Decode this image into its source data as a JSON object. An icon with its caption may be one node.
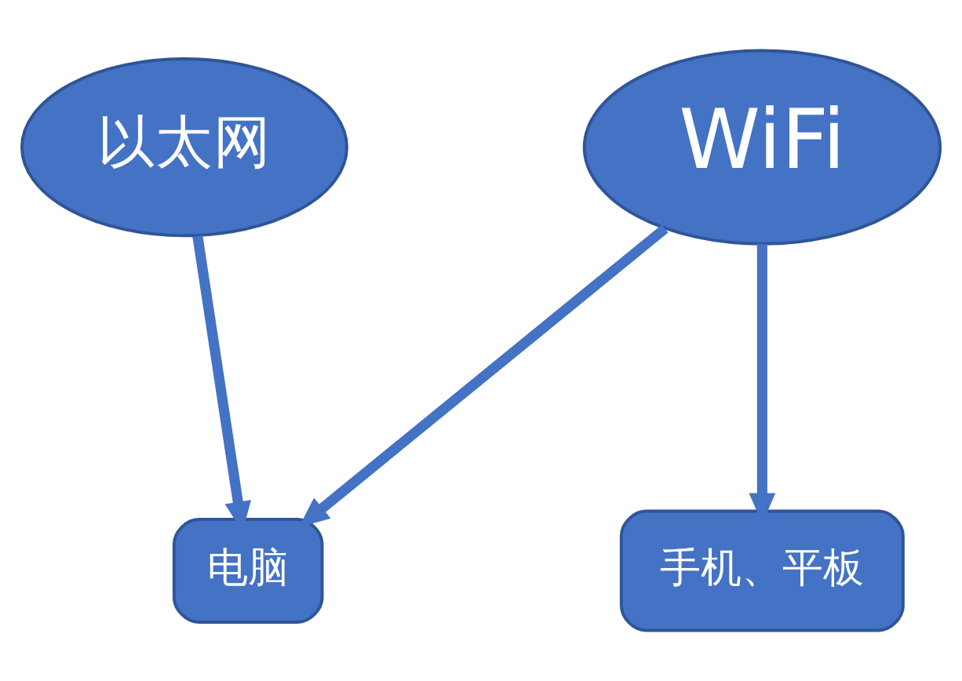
{
  "diagram": {
    "nodes": [
      {
        "text": [
          "以太网"
        ]
      },
      {
        "text": [
          "WiFi"
        ]
      },
      {
        "text": [
          "电脑"
        ]
      },
      {
        "text": [
          "手机、平板"
        ]
      }
    ],
    "edges": [
      {
        "from": 0,
        "to": 2,
        "arrow": "to"
      },
      {
        "from": 1,
        "to": 2,
        "arrow": "to"
      },
      {
        "from": 1,
        "to": 3,
        "arrow": "to"
      }
    ]
  }
}
